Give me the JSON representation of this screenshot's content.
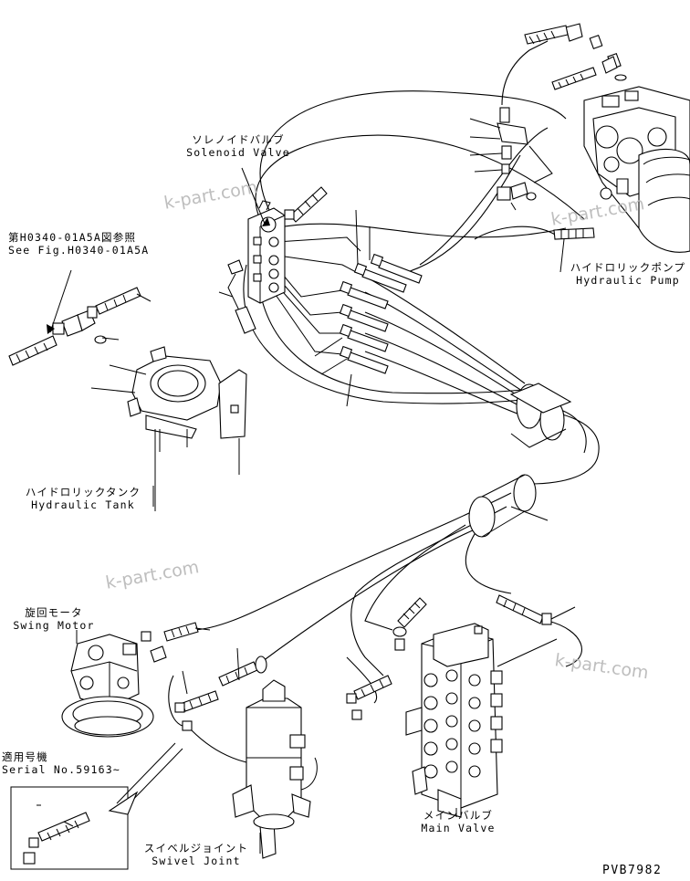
{
  "labels": {
    "solenoid_valve": {
      "jp": "ソレノイドバルブ",
      "en": "Solenoid Valve"
    },
    "see_fig": {
      "jp": "第H0340-01A5A図参照",
      "en": "See Fig.H0340-01A5A"
    },
    "hydraulic_pump": {
      "jp": "ハイドロリックポンプ",
      "en": "Hydraulic Pump"
    },
    "hydraulic_tank": {
      "jp": "ハイドロリックタンク",
      "en": "Hydraulic Tank"
    },
    "swing_motor": {
      "jp": "旋回モータ",
      "en": "Swing Motor"
    },
    "serial": {
      "jp": "適用号機",
      "en": "Serial No.59163~"
    },
    "swivel_joint": {
      "jp": "スイベルジョイント",
      "en": "Swivel Joint"
    },
    "main_valve": {
      "jp": "メインバルブ",
      "en": "Main Valve"
    }
  },
  "watermark": "k-part.com",
  "drawing_code": "PVB7982"
}
